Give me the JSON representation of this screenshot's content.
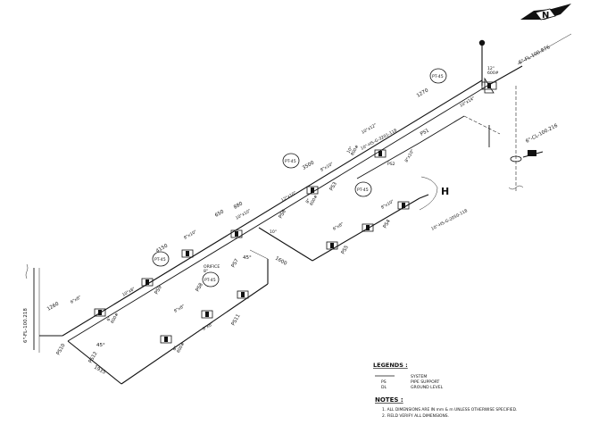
{
  "line_numbers": {
    "top_right": "6\"-FL-100.876",
    "riser_right": "6\"-CL-100.216",
    "left_vertical": "6\"-FL-100.218",
    "branch_upper": "10\"-HS-G-3201-118",
    "branch_lower": "10\"-HS-G-2050-118"
  },
  "dimensions": {
    "d1270": "1270",
    "d3500": "3500",
    "d4150": "4150",
    "d880": "880",
    "d650": "650",
    "d1600": "1600",
    "d1935": "1935",
    "d1260": "1260",
    "d45a": "45°",
    "d45b": "45°"
  },
  "supports": {
    "ps1": "PS1",
    "ps2": "PS2",
    "ps3": "PS3",
    "ps4": "PS4",
    "ps5": "PS5",
    "ps6": "PS6",
    "ps7": "PS7",
    "ps8": "PS8",
    "ps9": "PS9",
    "ps10": "PS10",
    "ps11": "PS11",
    "ps12": "PS12"
  },
  "valve_tags": {
    "v1": "12\"\n600#",
    "v2": "10\"x12\"",
    "v3": "10\"\n800#",
    "v4": "8\"x10\"",
    "v5": "8\"\n600#",
    "v6": "8\"x10\"",
    "v7": "6\"\n600#",
    "v8": "6\"x8\"",
    "v9": "10\"x10\"",
    "v10": "6\"\n600#",
    "v11": "8\"x10\"",
    "v12": "6\"x8\"",
    "v13": "12\"x10\"",
    "v14": "10\"x14\""
  },
  "bubbles": {
    "b1": "PT-45",
    "b2": "PT-45",
    "b3": "PT-45",
    "b4": "PT-45",
    "b5": "PT-45"
  },
  "reducer_tags": {
    "r1": "ORIFICE\n8\"",
    "r2": "10\"",
    "r3": "8\"x8\"",
    "r4": "10\"x8\"",
    "r5": "6\"x8\"",
    "r6": "8\"x10\""
  },
  "legend": {
    "title": "LEGENDS :",
    "items": [
      {
        "symbol": "line",
        "text": "SYSTEM"
      },
      {
        "symbol": "PS",
        "text": "PIPE SUPPORT"
      },
      {
        "symbol": "DL",
        "text": "GROUND LEVEL"
      }
    ]
  },
  "notes": {
    "title": "NOTES :",
    "items": [
      "1. ALL DIMENSIONS ARE IN mm & m UNLESS OTHERWISE SPECIFIED.",
      "2. FIELD VERIFY ALL DIMENSIONS."
    ]
  },
  "north_arrow": {
    "letter": "N"
  }
}
